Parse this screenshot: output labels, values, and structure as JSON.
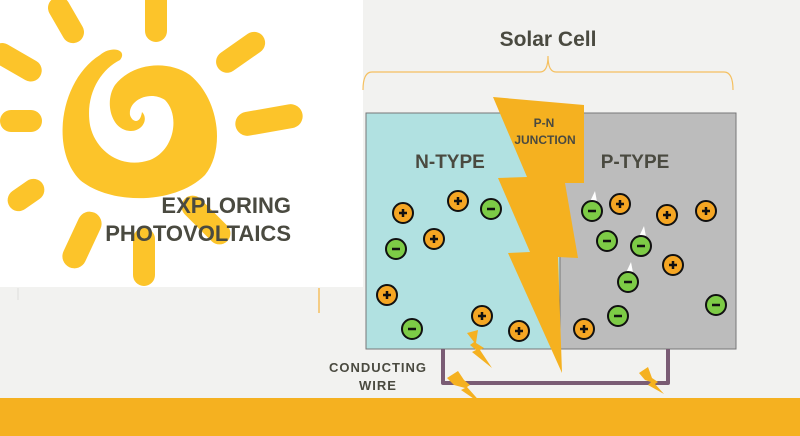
{
  "title": "Solar Cell",
  "logo": {
    "line1": "EXPLORING",
    "line2": "PHOTOVOLTAICS"
  },
  "labels": {
    "n_type": "N-TYPE",
    "p_type": "P-TYPE",
    "junction_line1": "P-N",
    "junction_line2": "JUNCTION",
    "wire_line1": "CONDUCTING",
    "wire_line2": "WIRE"
  },
  "particles": {
    "plus": "+",
    "minus": "−"
  },
  "colors": {
    "sun": "#fcc42a",
    "bolt": "#f5b120",
    "n_region": "#b1e1e1",
    "p_region": "#bcbcbc",
    "wire": "#7a5c74",
    "plus": "#f5a623",
    "minus": "#7dcb46"
  }
}
